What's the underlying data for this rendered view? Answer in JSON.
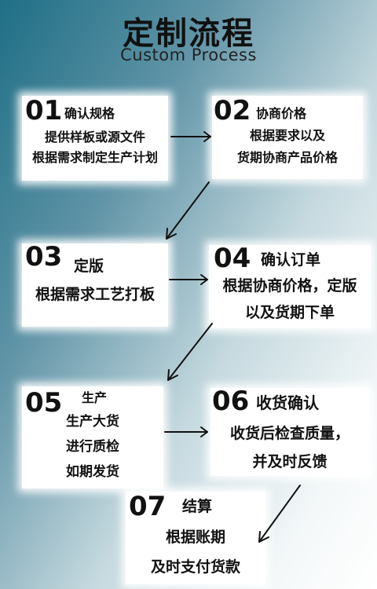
{
  "header": {
    "title": "定制流程",
    "subtitle": "Custom Process"
  },
  "steps": [
    {
      "num": "01",
      "title": "确认规格",
      "lines": [
        "提供样板或源文件",
        "根据需求制定生产计划"
      ]
    },
    {
      "num": "02",
      "title": "协商价格",
      "lines": [
        "根据要求以及",
        "货期协商产品价格"
      ]
    },
    {
      "num": "03",
      "title": "定版",
      "lines": [
        "根据需求工艺打板"
      ]
    },
    {
      "num": "04",
      "title": "确认订单",
      "lines": [
        "根据协商价格，定版",
        "以及货期下单"
      ]
    },
    {
      "num": "05",
      "title": "生产",
      "lines": [
        "生产大货",
        "进行质检",
        "如期发货"
      ]
    },
    {
      "num": "06",
      "title": "收货确认",
      "lines": [
        "收货后检查质量，",
        "并及时反馈"
      ]
    },
    {
      "num": "07",
      "title": "结算",
      "lines": [
        "根据账期",
        "及时支付货款"
      ]
    }
  ]
}
